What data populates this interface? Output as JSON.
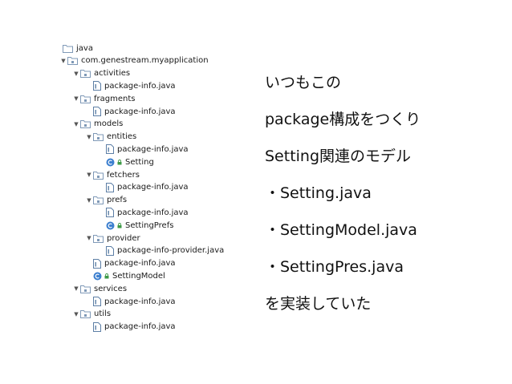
{
  "tree": {
    "items": [
      {
        "label": "java",
        "icon": "folder-icon",
        "depth": 0,
        "arrow": ""
      },
      {
        "label": "com.genestream.myapplication",
        "icon": "package-folder-icon",
        "depth": 0,
        "arrow": "▼"
      },
      {
        "label": "activities",
        "icon": "package-folder-icon",
        "depth": 1,
        "arrow": "▼"
      },
      {
        "label": "package-info.java",
        "icon": "java-file-icon",
        "depth": 2,
        "arrow": ""
      },
      {
        "label": "fragments",
        "icon": "package-folder-icon",
        "depth": 1,
        "arrow": "▼"
      },
      {
        "label": "package-info.java",
        "icon": "java-file-icon",
        "depth": 2,
        "arrow": ""
      },
      {
        "label": "models",
        "icon": "package-folder-icon",
        "depth": 1,
        "arrow": "▼"
      },
      {
        "label": "entities",
        "icon": "package-folder-icon",
        "depth": 2,
        "arrow": "▼"
      },
      {
        "label": "package-info.java",
        "icon": "java-file-icon",
        "depth": 3,
        "arrow": ""
      },
      {
        "label": "Setting",
        "icon": "class-icon",
        "depth": 3,
        "arrow": "",
        "lock": true
      },
      {
        "label": "fetchers",
        "icon": "package-folder-icon",
        "depth": 2,
        "arrow": "▼"
      },
      {
        "label": "package-info.java",
        "icon": "java-file-icon",
        "depth": 3,
        "arrow": ""
      },
      {
        "label": "prefs",
        "icon": "package-folder-icon",
        "depth": 2,
        "arrow": "▼"
      },
      {
        "label": "package-info.java",
        "icon": "java-file-icon",
        "depth": 3,
        "arrow": ""
      },
      {
        "label": "SettingPrefs",
        "icon": "class-icon",
        "depth": 3,
        "arrow": "",
        "lock": true
      },
      {
        "label": "provider",
        "icon": "package-folder-icon",
        "depth": 2,
        "arrow": "▼"
      },
      {
        "label": "package-info-provider.java",
        "icon": "java-file-icon",
        "depth": 3,
        "arrow": ""
      },
      {
        "label": "package-info.java",
        "icon": "java-file-icon",
        "depth": 2,
        "arrow": ""
      },
      {
        "label": "SettingModel",
        "icon": "class-icon",
        "depth": 2,
        "arrow": "",
        "lock": true
      },
      {
        "label": "services",
        "icon": "package-folder-icon",
        "depth": 1,
        "arrow": "▼"
      },
      {
        "label": "package-info.java",
        "icon": "java-file-icon",
        "depth": 2,
        "arrow": ""
      },
      {
        "label": "utils",
        "icon": "package-folder-icon",
        "depth": 1,
        "arrow": "▼"
      },
      {
        "label": "package-info.java",
        "icon": "java-file-icon",
        "depth": 2,
        "arrow": ""
      }
    ]
  },
  "notes": {
    "lines": [
      "いつもこの",
      "package構成をつくり",
      "Setting関連のモデル",
      "・Setting.java",
      "・SettingModel.java",
      "・SettingPres.java",
      "を実装していた"
    ]
  },
  "colors": {
    "folder": "#7f99b7",
    "folder_fill": "#e9c893",
    "java_file": "#5d7fa6",
    "class_circle": "#3c7fcf",
    "lock": "#3e9a47",
    "arrow": "#555555"
  }
}
